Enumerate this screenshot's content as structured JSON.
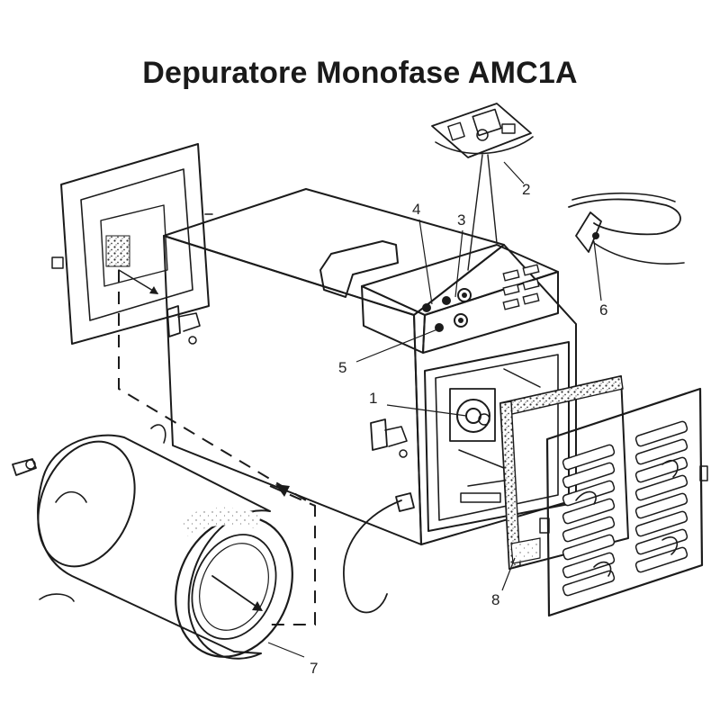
{
  "title": "Depuratore Monofase AMC1A",
  "callouts": [
    {
      "id": "1",
      "text": "1"
    },
    {
      "id": "2",
      "text": "2"
    },
    {
      "id": "3",
      "text": "3"
    },
    {
      "id": "4",
      "text": "4"
    },
    {
      "id": "5",
      "text": "5"
    },
    {
      "id": "6",
      "text": "6"
    },
    {
      "id": "7",
      "text": "7"
    },
    {
      "id": "8",
      "text": "8"
    }
  ],
  "colors": {
    "ink": "#1b1b1b",
    "background": "#ffffff"
  }
}
